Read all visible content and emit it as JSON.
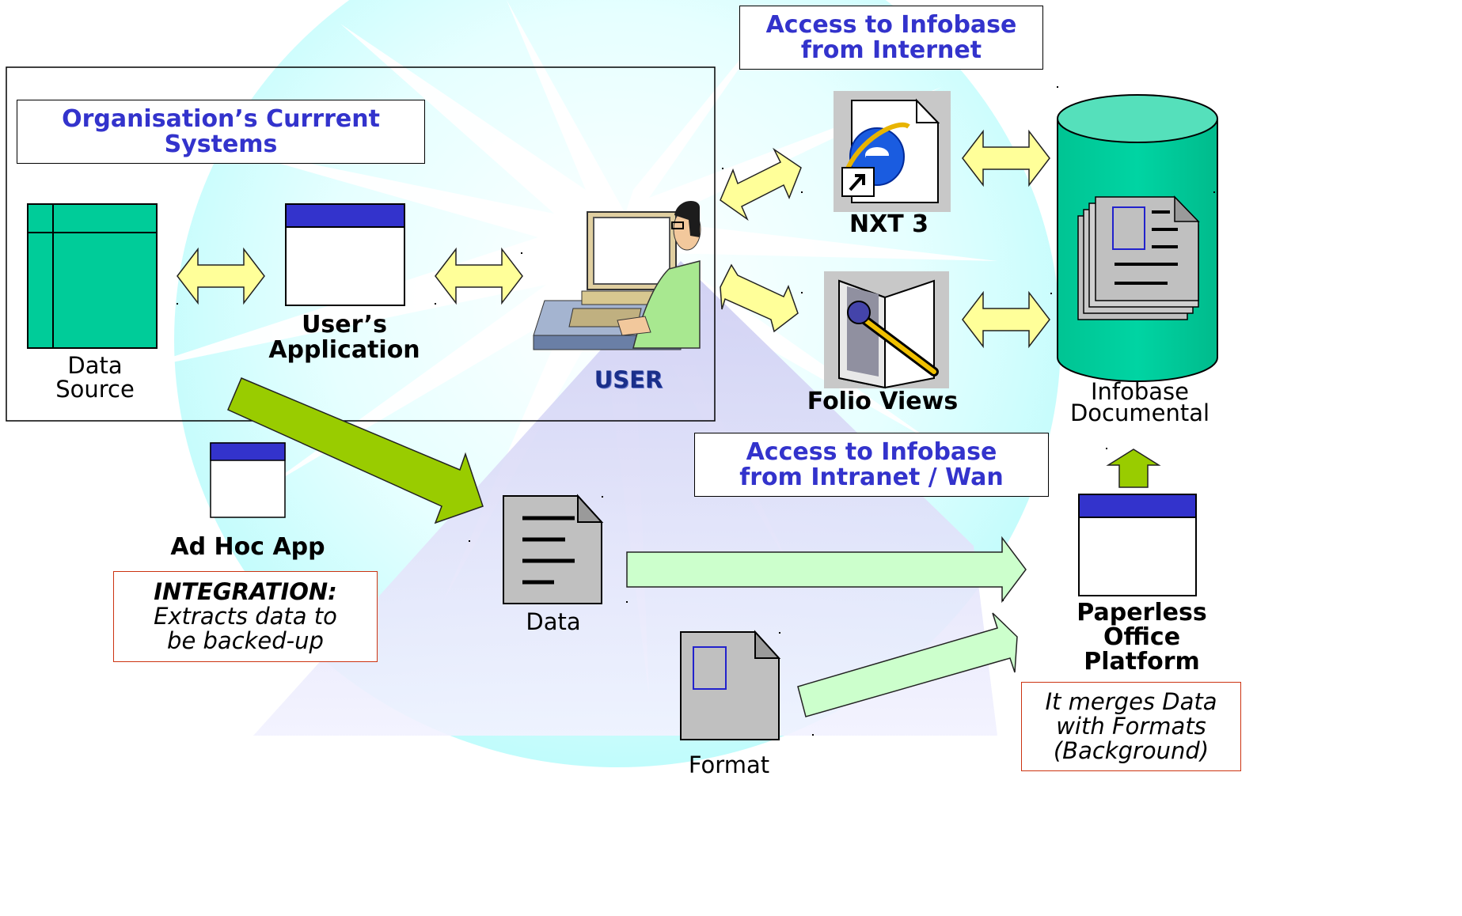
{
  "current_systems": {
    "title_line1": "Organisation’s Currrent",
    "title_line2": "Systems"
  },
  "data_source": {
    "line1": "Data",
    "line2": "Source"
  },
  "users_application": {
    "line1": "User’s",
    "line2": "Application"
  },
  "user": {
    "label": "USER"
  },
  "internet_box": {
    "line1": "Access to Infobase",
    "line2": "from Internet"
  },
  "nxt3": {
    "label": "NXT 3"
  },
  "folio": {
    "label": "Folio Views"
  },
  "infobase": {
    "line1": "Infobase",
    "line2": "Documental"
  },
  "intranet_box": {
    "line1": "Access to Infobase",
    "line2": "from Intranet / Wan"
  },
  "adhoc": {
    "label": "Ad Hoc App"
  },
  "integration": {
    "heading": "INTEGRATION:",
    "line1": "Extracts data to",
    "line2": "be backed-up"
  },
  "data_doc": {
    "label": "Data"
  },
  "format_doc": {
    "label": "Format"
  },
  "paperless": {
    "line1": "Paperless",
    "line2": "Office",
    "line3": "Platform"
  },
  "merge_note": {
    "line1": "It merges Data",
    "line2": "with Formats",
    "line3": "(Background)"
  },
  "colors": {
    "title_blue": "#3333cc",
    "window_titlebar": "#3333cc",
    "datasource_green": "#00cc99",
    "infobase_cylinder": "#00cc99",
    "connector_yellow": "#ffff99",
    "flow_green": "#99cc00",
    "pale_green_arrow": "#ccffcc",
    "note_border_red": "#cc3311",
    "background_cyan": "#ccffff"
  },
  "icons": [
    "internet-explorer-icon",
    "folio-views-icon",
    "user-at-computer-icon",
    "document-icon",
    "database-cylinder-icon"
  ]
}
